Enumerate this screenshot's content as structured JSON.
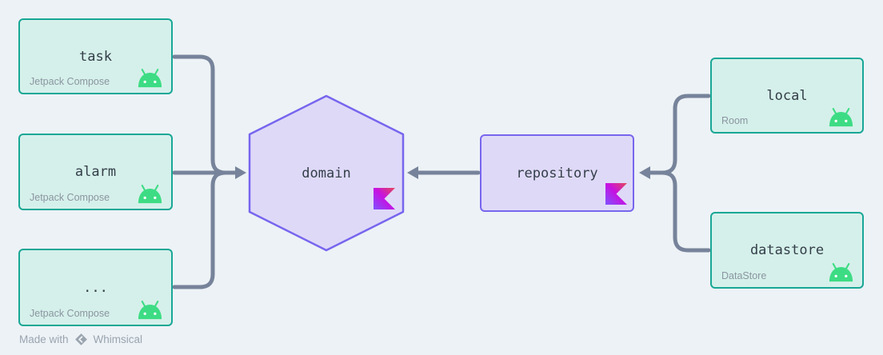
{
  "diagram": {
    "title": "android modules architecture diagram",
    "nodes": {
      "task": {
        "label": "task",
        "sublabel": "Jetpack Compose",
        "shape": "rectangle",
        "tech_icon": "android-icon"
      },
      "alarm": {
        "label": "alarm",
        "sublabel": "Jetpack Compose",
        "shape": "rectangle",
        "tech_icon": "android-icon"
      },
      "more": {
        "label": "...",
        "sublabel": "Jetpack Compose",
        "shape": "rectangle",
        "tech_icon": "android-icon"
      },
      "domain": {
        "label": "domain",
        "shape": "hexagon",
        "tech_icon": "kotlin-icon"
      },
      "repository": {
        "label": "repository",
        "shape": "rectangle",
        "tech_icon": "kotlin-icon"
      },
      "local": {
        "label": "local",
        "sublabel": "Room",
        "shape": "rectangle",
        "tech_icon": "android-icon"
      },
      "datastore": {
        "label": "datastore",
        "sublabel": "DataStore",
        "shape": "rectangle",
        "tech_icon": "android-icon"
      }
    },
    "edges": [
      {
        "from": "task",
        "to": "domain"
      },
      {
        "from": "alarm",
        "to": "domain"
      },
      {
        "from": "more",
        "to": "domain"
      },
      {
        "from": "repository",
        "to": "domain"
      },
      {
        "from": "local",
        "to": "repository"
      },
      {
        "from": "datastore",
        "to": "repository"
      }
    ]
  },
  "footer": {
    "made_with": "Made with",
    "brand": "Whimsical"
  },
  "colors": {
    "canvas_background": "#EDF2F6",
    "teal_border": "#19A796",
    "teal_fill": "#D5F0EA",
    "purple_border": "#7766EE",
    "purple_fill": "#DFD9F8",
    "connector_gray": "#76839A",
    "label_text": "#333E48",
    "sublabel_text": "#8B95A1",
    "android_green": "#3DDC84",
    "kotlin_gradient": [
      "#7F52FF",
      "#C711E1",
      "#E44857"
    ],
    "footer_text": "#9AA4AF"
  }
}
